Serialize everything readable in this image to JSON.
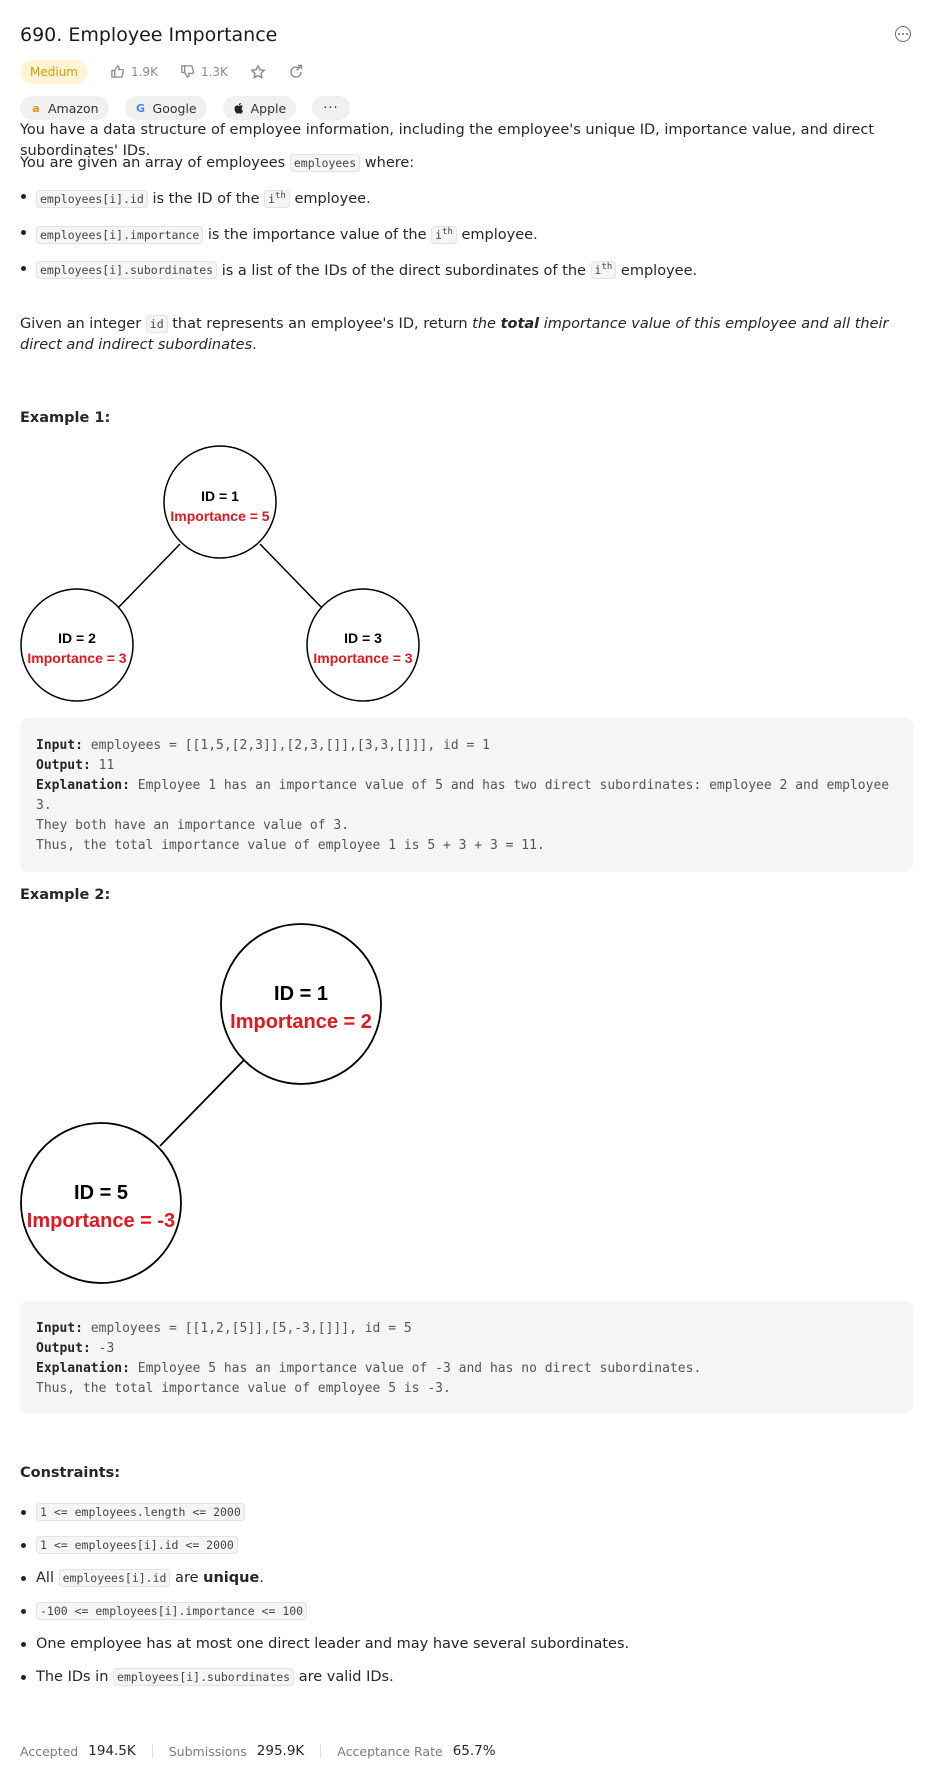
{
  "title": "690. Employee Importance",
  "difficulty": "Medium",
  "likes": "1.9K",
  "dislikes": "1.3K",
  "companies": [
    "Amazon",
    "Google",
    "Apple"
  ],
  "more_label": "···",
  "description": {
    "p1": "You have a data structure of employee information, including the employee's unique ID, importance value, and direct subordinates' IDs.",
    "p2_pre": "You are given an array of employees ",
    "p2_code": "employees",
    "p2_post": " where:",
    "bullets": [
      {
        "code": "employees[i].id",
        "text": " is the ID of the ",
        "i": "i",
        "th": "th",
        "end": " employee."
      },
      {
        "code": "employees[i].importance",
        "text": " is the importance value of the ",
        "i": "i",
        "th": "th",
        "end": " employee."
      },
      {
        "code": "employees[i].subordinates",
        "text": " is a list of the IDs of the direct subordinates of the ",
        "i": "i",
        "th": "th",
        "end": " employee."
      }
    ],
    "p3_pre": "Given an integer ",
    "p3_code": "id",
    "p3_mid": " that represents an employee's ID, return ",
    "p3_em1": "the ",
    "p3_strong": "total",
    "p3_em2": " importance value of this employee and all their direct and indirect subordinates",
    "p3_end": "."
  },
  "example1": {
    "label": "Example 1:",
    "nodes": [
      {
        "id": "ID = 1",
        "imp": "Importance = 5"
      },
      {
        "id": "ID = 2",
        "imp": "Importance = 3"
      },
      {
        "id": "ID = 3",
        "imp": "Importance = 3"
      }
    ],
    "input_label": "Input:",
    "input": " employees = [[1,5,[2,3]],[2,3,[]],[3,3,[]]], id = 1",
    "output_label": "Output:",
    "output": " 11",
    "expl_label": "Explanation:",
    "expl": " Employee 1 has an importance value of 5 and has two direct subordinates: employee 2 and employee 3.\nThey both have an importance value of 3.\nThus, the total importance value of employee 1 is 5 + 3 + 3 = 11."
  },
  "example2": {
    "label": "Example 2:",
    "nodes": [
      {
        "id": "ID = 1",
        "imp": "Importance = 2"
      },
      {
        "id": "ID = 5",
        "imp": "Importance = -3"
      }
    ],
    "input_label": "Input:",
    "input": " employees = [[1,2,[5]],[5,-3,[]]], id = 5",
    "output_label": "Output:",
    "output": " -3",
    "expl_label": "Explanation:",
    "expl": " Employee 5 has an importance value of -3 and has no direct subordinates.\nThus, the total importance value of employee 5 is -3."
  },
  "constraints": {
    "label": "Constraints:",
    "c1": "1 <= employees.length <= 2000",
    "c2": "1 <= employees[i].id <= 2000",
    "c3_pre": "All ",
    "c3_code": "employees[i].id",
    "c3_mid": " are ",
    "c3_strong": "unique",
    "c3_end": ".",
    "c4": "-100 <= employees[i].importance <= 100",
    "c5": "One employee has at most one direct leader and may have several subordinates.",
    "c6_pre": "The IDs in ",
    "c6_code": "employees[i].subordinates",
    "c6_end": " are valid IDs."
  },
  "stats": {
    "accepted_label": "Accepted",
    "accepted": "194.5K",
    "submissions_label": "Submissions",
    "submissions": "295.9K",
    "rate_label": "Acceptance Rate",
    "rate": "65.7%"
  },
  "colors": {
    "importance_red": "#e0191f",
    "medium_text": "#d89a04",
    "medium_bg": "#fff4d6"
  }
}
